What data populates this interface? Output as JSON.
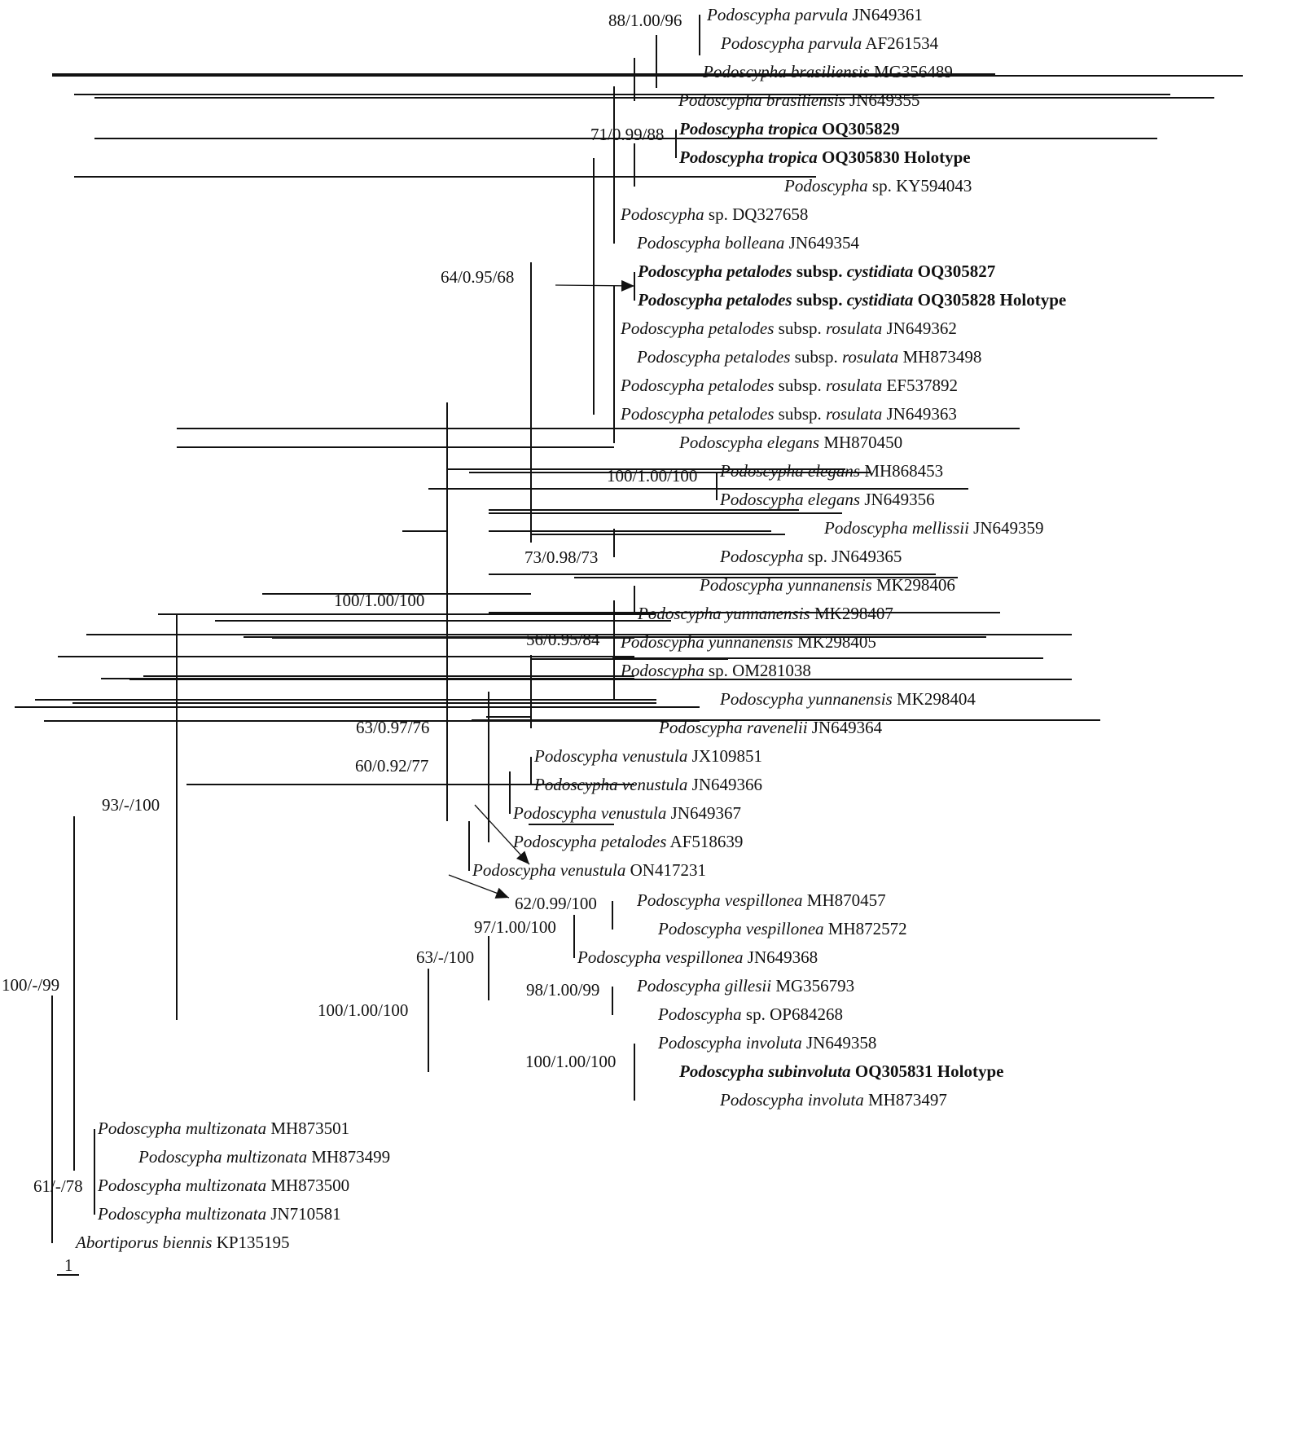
{
  "taxa": [
    {
      "id": "parvula1",
      "genus": "Podoscypha",
      "epithet": "parvula",
      "accession": "JN649361"
    },
    {
      "id": "parvula2",
      "genus": "Podoscypha",
      "epithet": "parvula",
      "accession": "AF261534"
    },
    {
      "id": "brasil1",
      "genus": "Podoscypha",
      "epithet": "brasiliensis",
      "accession": "MG356489"
    },
    {
      "id": "brasil2",
      "genus": "Podoscypha",
      "epithet": "brasiliensis",
      "accession": "JN649355"
    },
    {
      "id": "tropica1",
      "genus": "Podoscypha",
      "epithet": "tropica",
      "accession": "OQ305829",
      "bold": true
    },
    {
      "id": "tropica2",
      "genus": "Podoscypha",
      "epithet": "tropica",
      "accession": "OQ305830",
      "suffix": "Holotype",
      "bold": true
    },
    {
      "id": "sp_ky",
      "genus": "Podoscypha",
      "sp": "sp.",
      "accession": "KY594043"
    },
    {
      "id": "sp_dq",
      "genus": "Podoscypha",
      "sp": "sp.",
      "accession": "DQ327658"
    },
    {
      "id": "bolleana",
      "genus": "Podoscypha",
      "epithet": "bolleana",
      "accession": "JN649354"
    },
    {
      "id": "cyst1",
      "genus": "Podoscypha",
      "epithet": "petalodes",
      "rank": "subsp.",
      "infra": "cystidiata",
      "accession": "OQ305827",
      "bold": true
    },
    {
      "id": "cyst2",
      "genus": "Podoscypha",
      "epithet": "petalodes",
      "rank": "subsp.",
      "infra": "cystidiata",
      "accession": "OQ305828",
      "suffix": "Holotype",
      "bold": true
    },
    {
      "id": "ros1",
      "genus": "Podoscypha",
      "epithet": "petalodes",
      "rank": "subsp.",
      "infra": "rosulata",
      "accession": "JN649362"
    },
    {
      "id": "ros2",
      "genus": "Podoscypha",
      "epithet": "petalodes",
      "rank": "subsp.",
      "infra": "rosulata",
      "accession": "MH873498"
    },
    {
      "id": "ros3",
      "genus": "Podoscypha",
      "epithet": "petalodes",
      "rank": "subsp.",
      "infra": "rosulata",
      "accession": "EF537892"
    },
    {
      "id": "ros4",
      "genus": "Podoscypha",
      "epithet": "petalodes",
      "rank": "subsp.",
      "infra": "rosulata",
      "accession": "JN649363"
    },
    {
      "id": "eleg1",
      "genus": "Podoscypha",
      "epithet": "elegans",
      "accession": "MH870450"
    },
    {
      "id": "eleg2",
      "genus": "Podoscypha",
      "epithet": "elegans",
      "accession": "MH868453"
    },
    {
      "id": "eleg3",
      "genus": "Podoscypha",
      "epithet": "elegans",
      "accession": "JN649356"
    },
    {
      "id": "mell",
      "genus": "Podoscypha",
      "epithet": "mellissii",
      "accession": "JN649359"
    },
    {
      "id": "sp_jn",
      "genus": "Podoscypha",
      "sp": "sp.",
      "accession": "JN649365"
    },
    {
      "id": "yun1",
      "genus": "Podoscypha",
      "epithet": "yunnanensis",
      "accession": "MK298406"
    },
    {
      "id": "yun2",
      "genus": "Podoscypha",
      "epithet": "yunnanensis",
      "accession": "MK298407"
    },
    {
      "id": "yun3",
      "genus": "Podoscypha",
      "epithet": "yunnanensis",
      "accession": "MK298405"
    },
    {
      "id": "sp_om",
      "genus": "Podoscypha",
      "sp": "sp.",
      "accession": "OM281038"
    },
    {
      "id": "yun4",
      "genus": "Podoscypha",
      "epithet": "yunnanensis",
      "accession": "MK298404"
    },
    {
      "id": "raven",
      "genus": "Podoscypha",
      "epithet": "ravenelii",
      "accession": "JN649364"
    },
    {
      "id": "ven1",
      "genus": "Podoscypha",
      "epithet": "venustula",
      "accession": "JX109851"
    },
    {
      "id": "ven2",
      "genus": "Podoscypha",
      "epithet": "venustula",
      "accession": "JN649366"
    },
    {
      "id": "ven3",
      "genus": "Podoscypha",
      "epithet": "venustula",
      "accession": "JN649367"
    },
    {
      "id": "petal",
      "genus": "Podoscypha",
      "epithet": "petalodes",
      "accession": "AF518639"
    },
    {
      "id": "ven4",
      "genus": "Podoscypha",
      "epithet": "venustula",
      "accession": "ON417231"
    },
    {
      "id": "vesp1",
      "genus": "Podoscypha",
      "epithet": "vespillonea",
      "accession": "MH870457"
    },
    {
      "id": "vesp2",
      "genus": "Podoscypha",
      "epithet": "vespillonea",
      "accession": "MH872572"
    },
    {
      "id": "vesp3",
      "genus": "Podoscypha",
      "epithet": "vespillonea",
      "accession": "JN649368"
    },
    {
      "id": "gill",
      "genus": "Podoscypha",
      "epithet": "gillesii",
      "accession": "MG356793"
    },
    {
      "id": "sp_op",
      "genus": "Podoscypha",
      "sp": "sp.",
      "accession": "OP684268"
    },
    {
      "id": "invol1",
      "genus": "Podoscypha",
      "epithet": "involuta",
      "accession": "JN649358"
    },
    {
      "id": "subinv",
      "genus": "Podoscypha",
      "epithet": "subinvoluta",
      "accession": "OQ305831",
      "suffix": "Holotype",
      "bold": true
    },
    {
      "id": "invol2",
      "genus": "Podoscypha",
      "epithet": "involuta",
      "accession": "MH873497"
    },
    {
      "id": "multi1",
      "genus": "Podoscypha",
      "epithet": "multizonata",
      "accession": "MH873501"
    },
    {
      "id": "multi2",
      "genus": "Podoscypha",
      "epithet": "multizonata",
      "accession": "MH873499"
    },
    {
      "id": "multi3",
      "genus": "Podoscypha",
      "epithet": "multizonata",
      "accession": "MH873500"
    },
    {
      "id": "multi4",
      "genus": "Podoscypha",
      "epithet": "multizonata",
      "accession": "JN710581"
    },
    {
      "id": "abort",
      "genus": "Abortiporus",
      "epithet": "biennis",
      "accession": "KP135195"
    }
  ],
  "support_values": [
    {
      "id": "s_parvula",
      "text": "88/1.00/96"
    },
    {
      "id": "s_tropica",
      "text": "71/0.99/88"
    },
    {
      "id": "s_cyst",
      "text": "64/0.95/68"
    },
    {
      "id": "s_eleg",
      "text": "100/1.00/100"
    },
    {
      "id": "s_mell",
      "text": "73/0.98/73"
    },
    {
      "id": "s_main",
      "text": "100/1.00/100"
    },
    {
      "id": "s_yun",
      "text": "56/0.95/84"
    },
    {
      "id": "s_ven2",
      "text": "63/0.97/76"
    },
    {
      "id": "s_ven3",
      "text": "60/0.92/77"
    },
    {
      "id": "s_podo",
      "text": "93/-/100"
    },
    {
      "id": "s_vesp",
      "text": "62/0.99/100"
    },
    {
      "id": "s_vespgill",
      "text": "97/1.00/100"
    },
    {
      "id": "s_63",
      "text": "63/-/100"
    },
    {
      "id": "s_gill",
      "text": "98/1.00/99"
    },
    {
      "id": "s_second",
      "text": "100/1.00/100"
    },
    {
      "id": "s_invol",
      "text": "100/1.00/100"
    },
    {
      "id": "s_root",
      "text": "100/-/99"
    },
    {
      "id": "s_multi",
      "text": "61/-/78"
    }
  ],
  "scale_bar": {
    "label": "1"
  }
}
